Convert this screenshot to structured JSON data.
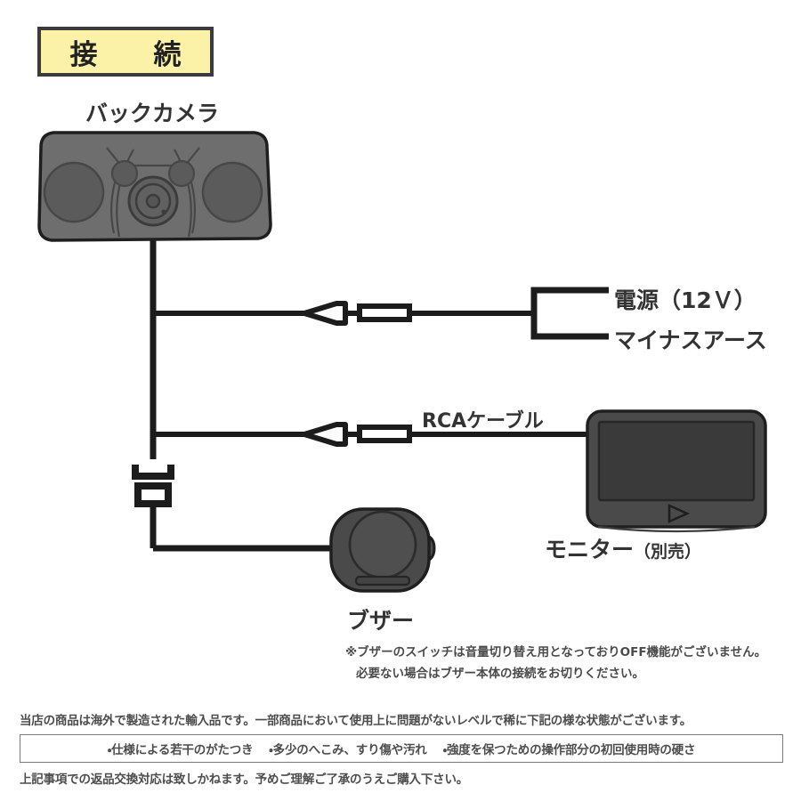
{
  "title": {
    "badge_text": "接　続"
  },
  "labels": {
    "camera": "バックカメラ",
    "power": "電源（12Ｖ）",
    "ground": "マイナスアース",
    "rca_cable": "RCAケーブル",
    "monitor_main": "モニター",
    "monitor_sub": "（別売）",
    "buzzer": "ブザー"
  },
  "notes": {
    "buzzer_line1": "※ブザーのスイッチは音量切り替え用となっておりOFF機能がございません。",
    "buzzer_line2": "必要ない場合はブザー本体の接続をお切りください。"
  },
  "footer": {
    "top": "当店の商品は海外で製造された輸入品です。一部商品において使用上に問題がないレベルで稀に下記の様な状態がございます。",
    "box_items": [
      "・仕様による若干のがたつき",
      "・多少のへこみ、すり傷や汚れ",
      "・強度を保つための操作部分の初回使用時の硬さ"
    ],
    "bottom": "上記事項での返品交換対応は致しかねます。予めご理解ご了承のうえご購入下さい。"
  },
  "colors": {
    "badge_bg": "#fbf2a8",
    "badge_border": "#3b3b3b",
    "wire": "#1c1c1c",
    "camera_body": "#6e6e6e",
    "camera_detail": "#5b5b5b",
    "device_body": "#4a4a4a",
    "device_screen": "#3a3a3a",
    "outline": "#1f1f1f",
    "text": "#333333"
  },
  "diagram": {
    "camera_name": "back-camera-device",
    "monitor_name": "monitor-device",
    "buzzer_name": "buzzer-device",
    "wires": [
      "camera-to-trunk",
      "power-branch-wire",
      "rca-branch-wire",
      "buzzer-branch-wire"
    ],
    "connectors": [
      "power-cable-connector",
      "rca-cable-connector",
      "buzzer-inline-connector",
      "power-ground-fork"
    ]
  }
}
